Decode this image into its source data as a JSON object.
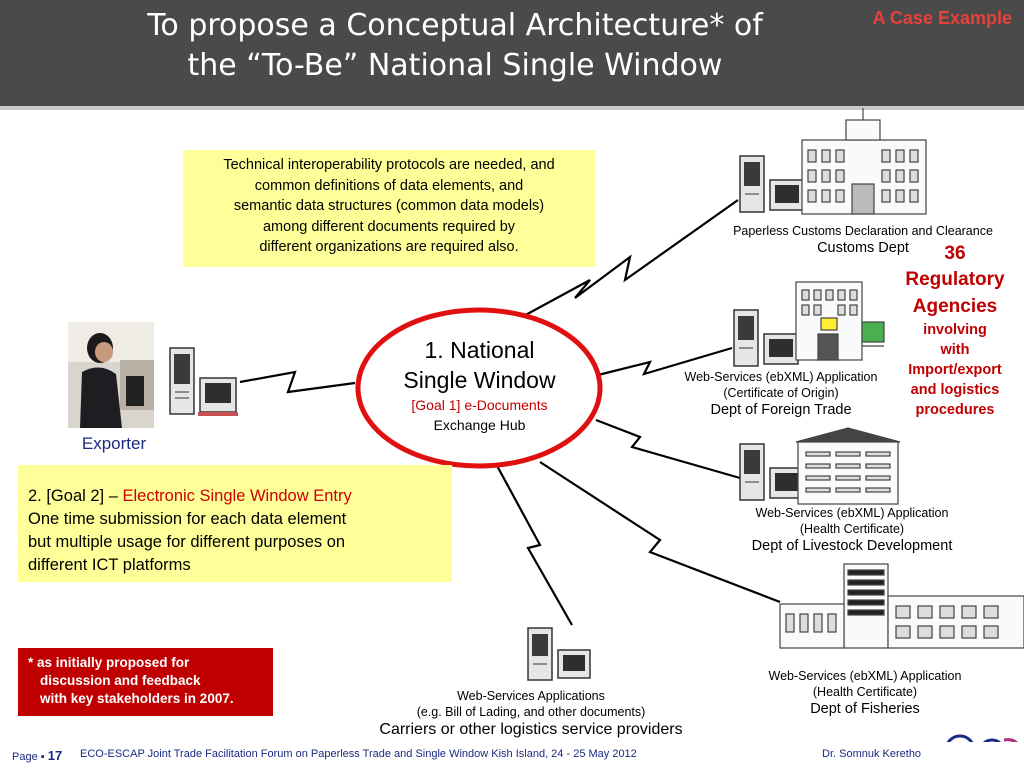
{
  "header": {
    "title_line1": "To propose a Conceptual Architecture* of",
    "title_line2": "the “To-Be” National Single Window",
    "badge": "A Case Example"
  },
  "note_interop": [
    "Technical interoperability protocols are needed, and",
    "common definitions of data elements, and",
    "semantic data structures (common data models)",
    "among different documents required by",
    "different organizations are required also."
  ],
  "hub": {
    "line1": "1. National",
    "line2": "Single Window",
    "goal": "[Goal 1] e-Documents",
    "goal_sub": "Exchange Hub"
  },
  "exporter_label": "Exporter",
  "note_goal2": {
    "prefix": "2. [Goal 2] – ",
    "highlight": "Electronic Single Window Entry",
    "lines": [
      "One time submission for each data element",
      "but multiple usage for different purposes on",
      "different ICT platforms"
    ]
  },
  "footnote": {
    "line1": "* as initially proposed for",
    "line2": "discussion and feedback",
    "line3": "with key stakeholders in 2007."
  },
  "agencies": {
    "count": "36",
    "line1": "Regulatory",
    "line2": "Agencies",
    "line3": "involving",
    "line4": "with",
    "line5": "Import/export",
    "line6": "and logistics",
    "line7": "procedures"
  },
  "nodes": {
    "customs": {
      "service": "Paperless Customs Declaration  and Clearance",
      "name": "Customs Dept"
    },
    "foreign_trade": {
      "service": "Web-Services (ebXML) Application",
      "doc": "(Certificate of Origin)",
      "name": "Dept of Foreign Trade"
    },
    "livestock": {
      "service": "Web-Services (ebXML) Application",
      "doc": "(Health Certificate)",
      "name": "Dept of Livestock Development"
    },
    "fisheries": {
      "service": "Web-Services (ebXML) Application",
      "doc": "(Health Certificate)",
      "name": "Dept of Fisheries"
    },
    "carriers": {
      "service": "Web-Services Applications",
      "doc": "(e.g. Bill of Lading, and other documents)",
      "name": "Carriers or other logistics service providers"
    }
  },
  "footer": {
    "page_label": "Page ▪",
    "page_number": "17",
    "event": "ECO-ESCAP Joint Trade Facilitation Forum on Paperless Trade and Single Window Kish Island, 24 - 25 May 2012",
    "author": "Dr. Somnuk Keretho"
  },
  "colors": {
    "accent_red": "#d00000",
    "note_yellow": "#ffff99",
    "header_gray": "#4a4a4a"
  }
}
